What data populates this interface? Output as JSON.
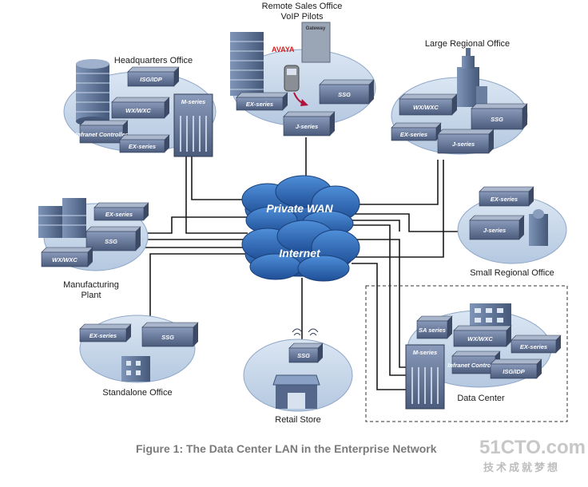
{
  "sites": {
    "hq": "Headquarters Office",
    "remote_line1": "Remote Sales Office",
    "remote_line2": "VoIP Pilots",
    "large": "Large Regional Office",
    "mfg_line1": "Manufacturing",
    "mfg_line2": "Plant",
    "small": "Small Regional Office",
    "standalone": "Standalone Office",
    "retail": "Retail Store",
    "datacenter": "Data Center"
  },
  "clouds": {
    "private_wan": "Private WAN",
    "internet": "Internet"
  },
  "devices": {
    "idp": "ISG/IDP",
    "wx": "WX/WXC",
    "ic": "Infranet Controller",
    "ex": "EX-series",
    "m": "M-series",
    "j": "J-series",
    "ssg": "SSG",
    "sa": "SA series"
  },
  "brand": {
    "avaya": "AVAYA",
    "gateway": "Gateway"
  },
  "caption": "Figure 1: The Data Center LAN in the Enterprise Network",
  "watermark": {
    "top": "51CTO.com",
    "bottom": "技术成就梦想"
  },
  "colors": {
    "ellipse": "#c9d9ec",
    "device": "#5b6d8d",
    "cloud": "#2e6fbf",
    "line": "#1a1a1a"
  }
}
